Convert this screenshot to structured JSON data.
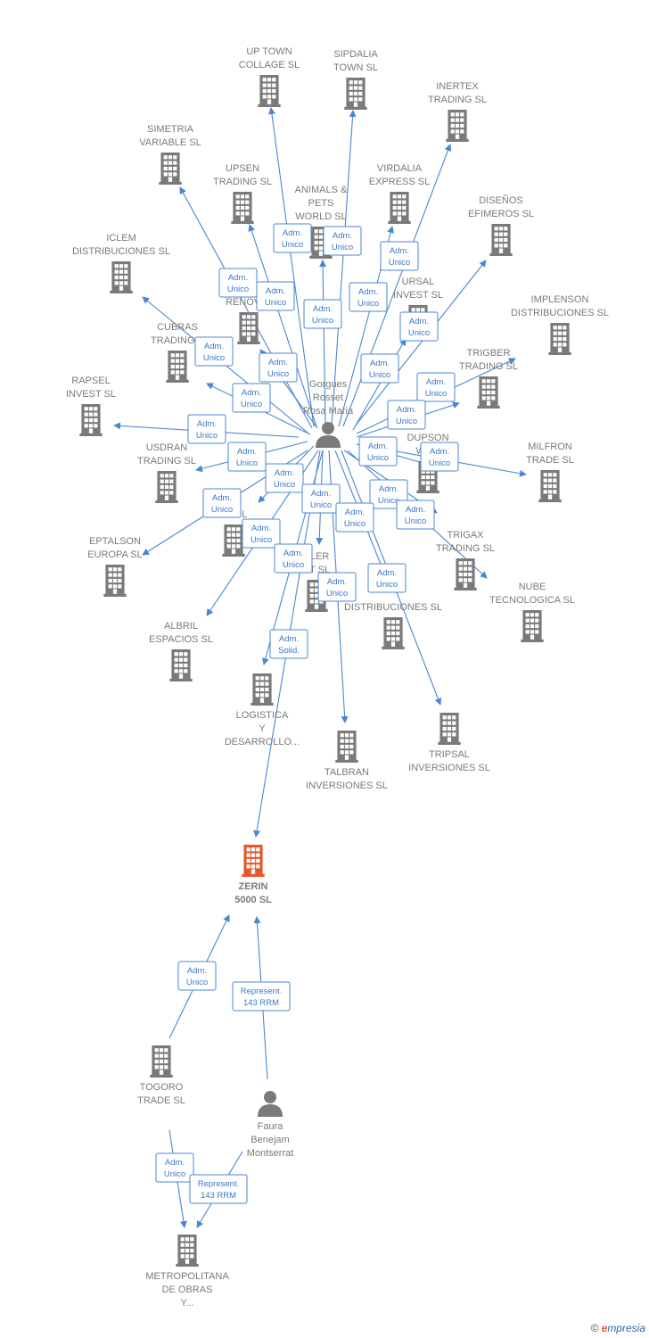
{
  "colors": {
    "edge": "#4a86d4",
    "building": "#7a7a7a",
    "focus": "#e8572a",
    "person": "#7a7a7a"
  },
  "nodes": [
    {
      "id": "uptown",
      "type": "company",
      "label": [
        "UP TOWN",
        "COLLAGE SL"
      ]
    },
    {
      "id": "sipdalia",
      "type": "company",
      "label": [
        "SIPDALIA",
        "TOWN SL"
      ]
    },
    {
      "id": "inertex",
      "type": "company",
      "label": [
        "INERTEX",
        "TRADING SL"
      ]
    },
    {
      "id": "simetria",
      "type": "company",
      "label": [
        "SIMETRIA",
        "VARIABLE SL"
      ]
    },
    {
      "id": "upsen",
      "type": "company",
      "label": [
        "UPSEN",
        "TRADING SL"
      ]
    },
    {
      "id": "animals",
      "type": "company",
      "label": [
        "ANIMALS &",
        "PETS",
        "WORLD SL"
      ]
    },
    {
      "id": "virdalia",
      "type": "company",
      "label": [
        "VIRDALIA",
        "EXPRESS SL"
      ]
    },
    {
      "id": "disenos",
      "type": "company",
      "label": [
        "DISEÑOS",
        "EFIMEROS SL"
      ]
    },
    {
      "id": "iclem",
      "type": "company",
      "label": [
        "ICLEM",
        "DISTRIBUCIONES SL"
      ]
    },
    {
      "id": "renoval",
      "type": "company",
      "label": [
        "RENOVAL"
      ]
    },
    {
      "id": "ursal",
      "type": "company",
      "label": [
        "URSAL",
        "INVEST SL"
      ]
    },
    {
      "id": "implenson",
      "type": "company",
      "label": [
        "IMPLENSON",
        "DISTRIBUCIONES SL"
      ]
    },
    {
      "id": "cubras",
      "type": "company",
      "label": [
        "CUBRAS",
        "TRADING S"
      ]
    },
    {
      "id": "trigber",
      "type": "company",
      "label": [
        "TRIGBER",
        "TRADING SL"
      ]
    },
    {
      "id": "rapsel",
      "type": "company",
      "label": [
        "RAPSEL",
        "INVEST SL"
      ]
    },
    {
      "id": "dupson",
      "type": "company",
      "label": [
        "DUPSON",
        "WOR"
      ]
    },
    {
      "id": "milfron",
      "type": "company",
      "label": [
        "MILFRON",
        "TRADE SL"
      ]
    },
    {
      "id": "usdran",
      "type": "company",
      "label": [
        "USDRAN",
        "TRADING SL"
      ]
    },
    {
      "id": "xsl",
      "type": "company",
      "label": [
        "X",
        "ST SL"
      ]
    },
    {
      "id": "eptalson",
      "type": "company",
      "label": [
        "EPTALSON",
        "EUROPA SL"
      ]
    },
    {
      "id": "trigax",
      "type": "company",
      "label": [
        "TRIGAX",
        "TRADING SL"
      ]
    },
    {
      "id": "bler",
      "type": "company",
      "label": [
        "BLER",
        "ST SL"
      ]
    },
    {
      "id": "nube",
      "type": "company",
      "label": [
        "NUBE",
        "TECNOLOGICA SL"
      ]
    },
    {
      "id": "erdist",
      "type": "company",
      "label": [
        "DISTRIBUCIONES SL"
      ]
    },
    {
      "id": "albril",
      "type": "company",
      "label": [
        "ALBRIL",
        "ESPACIOS SL"
      ]
    },
    {
      "id": "logistica",
      "type": "company",
      "label": [
        "LOGISTICA",
        "Y",
        "DESARROLLO..."
      ]
    },
    {
      "id": "tripsal",
      "type": "company",
      "label": [
        "TRIPSAL",
        "INVERSIONES SL"
      ]
    },
    {
      "id": "talbran",
      "type": "company",
      "label": [
        "TALBRAN",
        "INVERSIONES SL"
      ]
    },
    {
      "id": "zerin",
      "type": "focus",
      "label": [
        "ZERIN",
        "5000  SL"
      ]
    },
    {
      "id": "togoro",
      "type": "company",
      "label": [
        "TOGORO",
        "TRADE  SL"
      ]
    },
    {
      "id": "metropolitana",
      "type": "company",
      "label": [
        "METROPOLITANA",
        "DE OBRAS",
        "Y..."
      ]
    },
    {
      "id": "gorgues",
      "type": "person",
      "label": [
        "Gorgues",
        "Rosset",
        "Rosa Maria"
      ]
    },
    {
      "id": "faura",
      "type": "person",
      "label": [
        "Faura",
        "Benejam",
        "Montserrat"
      ]
    }
  ],
  "edges": [
    {
      "from": "gorgues",
      "to": "uptown",
      "label": [
        "Adm.",
        "Unico"
      ]
    },
    {
      "from": "gorgues",
      "to": "sipdalia",
      "label": [
        "Adm.",
        "Unico"
      ]
    },
    {
      "from": "gorgues",
      "to": "inertex",
      "label": [
        "Adm.",
        "Unico"
      ]
    },
    {
      "from": "gorgues",
      "to": "simetria",
      "label": [
        "Adm.",
        "Unico"
      ]
    },
    {
      "from": "gorgues",
      "to": "upsen",
      "label": [
        "Adm.",
        "Unico"
      ]
    },
    {
      "from": "gorgues",
      "to": "animals",
      "label": [
        "Adm.",
        "Unico"
      ]
    },
    {
      "from": "gorgues",
      "to": "virdalia",
      "label": [
        "Adm.",
        "Unico"
      ]
    },
    {
      "from": "gorgues",
      "to": "disenos",
      "label": [
        "Adm.",
        "Unico"
      ]
    },
    {
      "from": "gorgues",
      "to": "iclem",
      "label": [
        "Adm.",
        "Unico"
      ]
    },
    {
      "from": "gorgues",
      "to": "renoval",
      "label": [
        "Adm.",
        "Unico"
      ]
    },
    {
      "from": "gorgues",
      "to": "ursal",
      "label": [
        "Adm.",
        "Unico"
      ]
    },
    {
      "from": "gorgues",
      "to": "implenson",
      "label": [
        "Adm.",
        "Unico"
      ]
    },
    {
      "from": "gorgues",
      "to": "cubras",
      "label": [
        "Adm.",
        "Unico"
      ]
    },
    {
      "from": "gorgues",
      "to": "trigber",
      "label": [
        "Adm.",
        "Unico"
      ]
    },
    {
      "from": "gorgues",
      "to": "rapsel",
      "label": [
        "Adm.",
        "Unico"
      ]
    },
    {
      "from": "gorgues",
      "to": "dupson",
      "label": [
        "Adm.",
        "Unico"
      ]
    },
    {
      "from": "gorgues",
      "to": "milfron",
      "label": [
        "Adm.",
        "Unico"
      ]
    },
    {
      "from": "gorgues",
      "to": "usdran",
      "label": [
        "Adm.",
        "Unico"
      ]
    },
    {
      "from": "gorgues",
      "to": "xsl",
      "label": [
        "Adm.",
        "Unico"
      ]
    },
    {
      "from": "gorgues",
      "to": "eptalson",
      "label": [
        "Adm.",
        "Unico"
      ]
    },
    {
      "from": "gorgues",
      "to": "trigax",
      "label": [
        "Adm.",
        "Unico"
      ]
    },
    {
      "from": "gorgues",
      "to": "bler",
      "label": [
        "Adm.",
        "Unico"
      ]
    },
    {
      "from": "gorgues",
      "to": "nube",
      "label": [
        "Adm.",
        "Unico"
      ]
    },
    {
      "from": "gorgues",
      "to": "erdist",
      "label": [
        "Adm.",
        "Unico"
      ]
    },
    {
      "from": "gorgues",
      "to": "albril",
      "label": [
        "Adm.",
        "Unico"
      ]
    },
    {
      "from": "gorgues",
      "to": "logistica",
      "label": [
        "Adm.",
        "Unico"
      ]
    },
    {
      "from": "gorgues",
      "to": "tripsal",
      "label": [
        "Adm.",
        "Unico"
      ]
    },
    {
      "from": "gorgues",
      "to": "talbran",
      "label": [
        "Adm.",
        "Unico"
      ]
    },
    {
      "from": "gorgues",
      "to": "zerin",
      "label": [
        "Adm.",
        "Solid."
      ]
    },
    {
      "from": "togoro",
      "to": "zerin",
      "label": [
        "Adm.",
        "Unico"
      ]
    },
    {
      "from": "faura",
      "to": "zerin",
      "label": [
        "Represent.",
        "143 RRM"
      ]
    },
    {
      "from": "togoro",
      "to": "metropolitana",
      "label": [
        "Adm.",
        "Unico"
      ]
    },
    {
      "from": "faura",
      "to": "metropolitana",
      "label": [
        "Represent.",
        "143 RRM"
      ]
    }
  ],
  "footer": {
    "copyright": "©",
    "brand_first": "e",
    "brand_rest": "mpresia"
  }
}
